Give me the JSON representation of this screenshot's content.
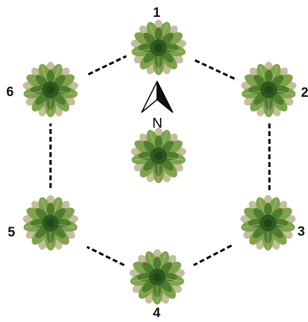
{
  "diagram": {
    "plants": [
      {
        "id": "tree-1",
        "label": "1"
      },
      {
        "id": "tree-2",
        "label": "2"
      },
      {
        "id": "tree-3",
        "label": "3"
      },
      {
        "id": "tree-4",
        "label": "4"
      },
      {
        "id": "tree-5",
        "label": "5"
      },
      {
        "id": "tree-6",
        "label": "6"
      },
      {
        "id": "tree-center",
        "label": ""
      }
    ],
    "connections": [
      [
        "tree-1",
        "tree-2"
      ],
      [
        "tree-2",
        "tree-3"
      ],
      [
        "tree-3",
        "tree-4"
      ],
      [
        "tree-4",
        "tree-5"
      ],
      [
        "tree-5",
        "tree-6"
      ],
      [
        "tree-6",
        "tree-1"
      ]
    ],
    "north_arrow": {
      "label": "N"
    },
    "colors": {
      "leaf_dark": "#2f5a1f",
      "leaf_mid": "#4f7d2e",
      "leaf_light": "#7fa34c",
      "leaf_dry": "#b9b38a",
      "line": "#000000"
    }
  }
}
